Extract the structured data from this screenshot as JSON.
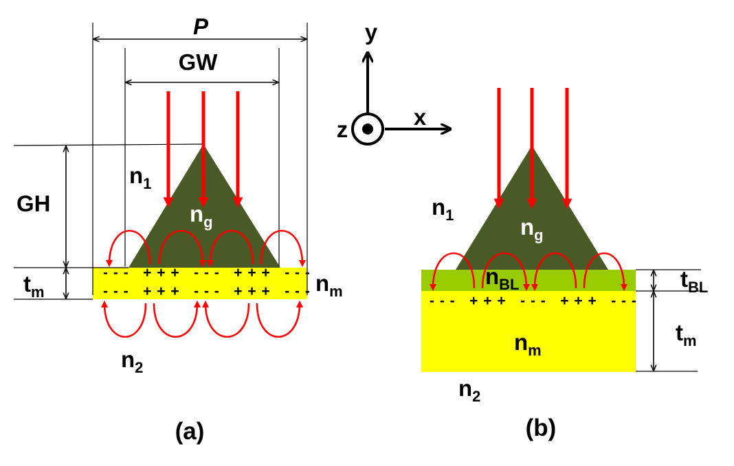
{
  "colors": {
    "grating": "#4a5a26",
    "metal": "#ffff00",
    "buffer": "#99cc00",
    "arrow": "#ff0000",
    "line": "#000000"
  },
  "axes": {
    "y": "y",
    "x": "x",
    "z": "z"
  },
  "panel_a": {
    "label": "(a)",
    "P": "P",
    "GW": "GW",
    "GH": "GH",
    "n1": {
      "base": "n",
      "sub": "1"
    },
    "ng": {
      "base": "n",
      "sub": "g"
    },
    "nm": {
      "base": "n",
      "sub": "m"
    },
    "tm": {
      "base": "t",
      "sub": "m"
    },
    "n2": {
      "base": "n",
      "sub": "2"
    },
    "charges_top": "- - -   + + +   - - -   + + +   - - -",
    "charges_bottom": "- - -   + + +   - - -   + + +   - - -"
  },
  "panel_b": {
    "label": "(b)",
    "n1": {
      "base": "n",
      "sub": "1"
    },
    "ng": {
      "base": "n",
      "sub": "g"
    },
    "nBL": {
      "base": "n",
      "sub": "BL"
    },
    "tBL": {
      "base": "t",
      "sub": "BL"
    },
    "nm": {
      "base": "n",
      "sub": "m"
    },
    "tm": {
      "base": "t",
      "sub": "m"
    },
    "n2": {
      "base": "n",
      "sub": "2"
    },
    "charges": "- - -   + + +   - - -   + + +   - - -"
  }
}
